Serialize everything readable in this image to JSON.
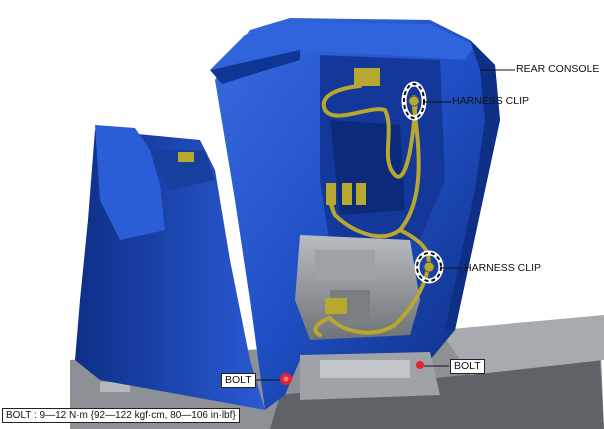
{
  "labels": {
    "rear_console": "REAR CONSOLE",
    "harness_clip_upper": "HARNESS CLIP",
    "harness_clip_lower": "HARNESS CLIP",
    "bolt_left": "BOLT",
    "bolt_right": "BOLT"
  },
  "spec": {
    "bolt_torque": "BOLT : 9—12 N·m {92—122 kgf·cm, 80—106 in·lbf}"
  },
  "colors": {
    "console_blue": "#1f4fc4",
    "console_dark": "#0b2a7a",
    "harness": "#b8a830",
    "bolt_highlight": "#e8222a",
    "floor_gray": "#8a8d92"
  }
}
